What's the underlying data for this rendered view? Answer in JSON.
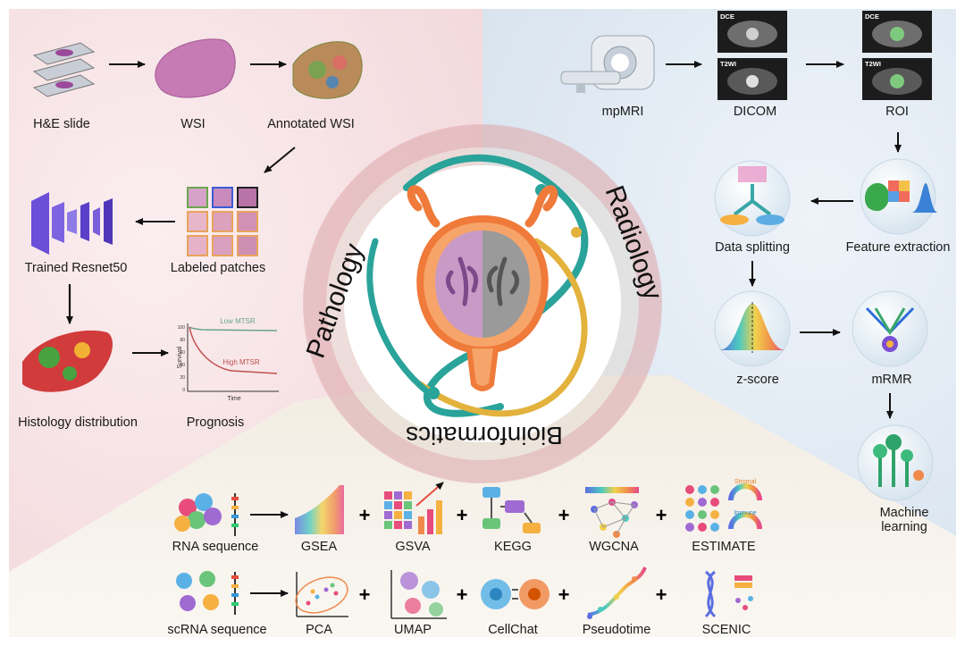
{
  "sections": {
    "pathology": "Pathology",
    "radiology": "Radiology",
    "bioinformatics": "Bioinformatics"
  },
  "pathology": {
    "he_slide": "H&E slide",
    "wsi": "WSI",
    "annotated_wsi": "Annotated WSI",
    "labeled_patches": "Labeled patches",
    "trained_resnet": "Trained Resnet50",
    "histology_distribution": "Histology distribution",
    "prognosis": "Prognosis",
    "km_plot": {
      "low": "Low MTSR",
      "high": "High MTSR",
      "ylabel": "Survival",
      "xlabel": "Time",
      "yticks": [
        "100",
        "80",
        "60",
        "40",
        "20",
        "0"
      ]
    }
  },
  "radiology": {
    "mpmri": "mpMRI",
    "dicom": "DICOM",
    "roi": "ROI",
    "dce": "DCE",
    "t2wi": "T2WI",
    "feature_extraction": "Feature extraction",
    "data_splitting": "Data splitting",
    "zscore": "z-score",
    "mrmr": "mRMR",
    "machine_learning": "Machine learning"
  },
  "bioinformatics": {
    "rna_sequence": "RNA sequence",
    "gsea": "GSEA",
    "gsva": "GSVA",
    "kegg": "KEGG",
    "wgcna": "WGCNA",
    "estimate": "ESTIMATE",
    "stromal": "Stromal",
    "immune": "Immune",
    "scrna_sequence": "scRNA sequence",
    "pca": "PCA",
    "umap": "UMAP",
    "cellchat": "CellChat",
    "pseudotime": "Pseudotime",
    "scenic": "SCENIC",
    "plus": "+"
  }
}
